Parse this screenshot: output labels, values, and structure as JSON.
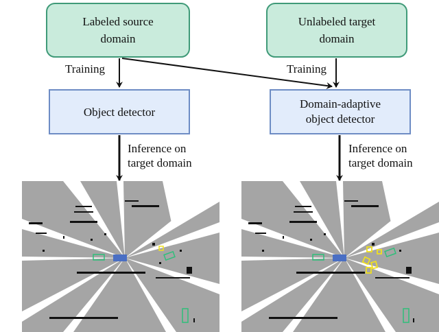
{
  "source_box": "Labeled source\ndomain",
  "target_box": "Unlabeled target\ndomain",
  "detector_left": "Object detector",
  "detector_right": "Domain-adaptive\nobject detector",
  "training_left": "Training",
  "training_right": "Training",
  "inference_left": "Inference on\ntarget domain",
  "inference_right": "Inference on\ntarget domain",
  "colors": {
    "green_fill": "#c9ebdc",
    "green_border": "#3f9a78",
    "blue_fill": "#e2ecfb",
    "blue_border": "#6d8cc4",
    "ego_vehicle": "#4a6fc4",
    "detection_green": "#2fbf7a",
    "detection_yellow": "#f0e020",
    "scan_gray": "#a5a5a5"
  }
}
